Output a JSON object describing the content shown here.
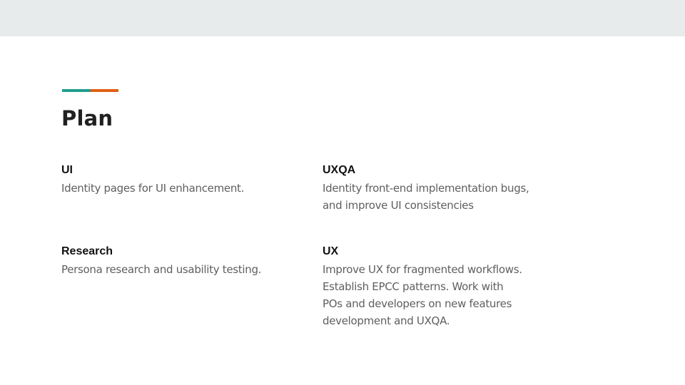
{
  "slide": {
    "title": "Plan",
    "accent_colors": [
      "#1e9e8c",
      "#e0600f"
    ],
    "band_color": "#e8ebec"
  },
  "blocks": {
    "ui": {
      "heading": "UI",
      "lines": [
        "Identity pages for UI enhancement."
      ]
    },
    "uxqa": {
      "heading": "UXQA",
      "lines": [
        "Identity front-end implementation bugs,",
        "and improve UI consistencies"
      ]
    },
    "research": {
      "heading": "Research",
      "lines": [
        "Persona research and usability testing."
      ]
    },
    "ux": {
      "heading": "UX",
      "lines": [
        "Improve UX for fragmented workflows.",
        "Establish EPCC patterns. Work with",
        "POs and developers on new features",
        "development and UXQA."
      ]
    }
  }
}
